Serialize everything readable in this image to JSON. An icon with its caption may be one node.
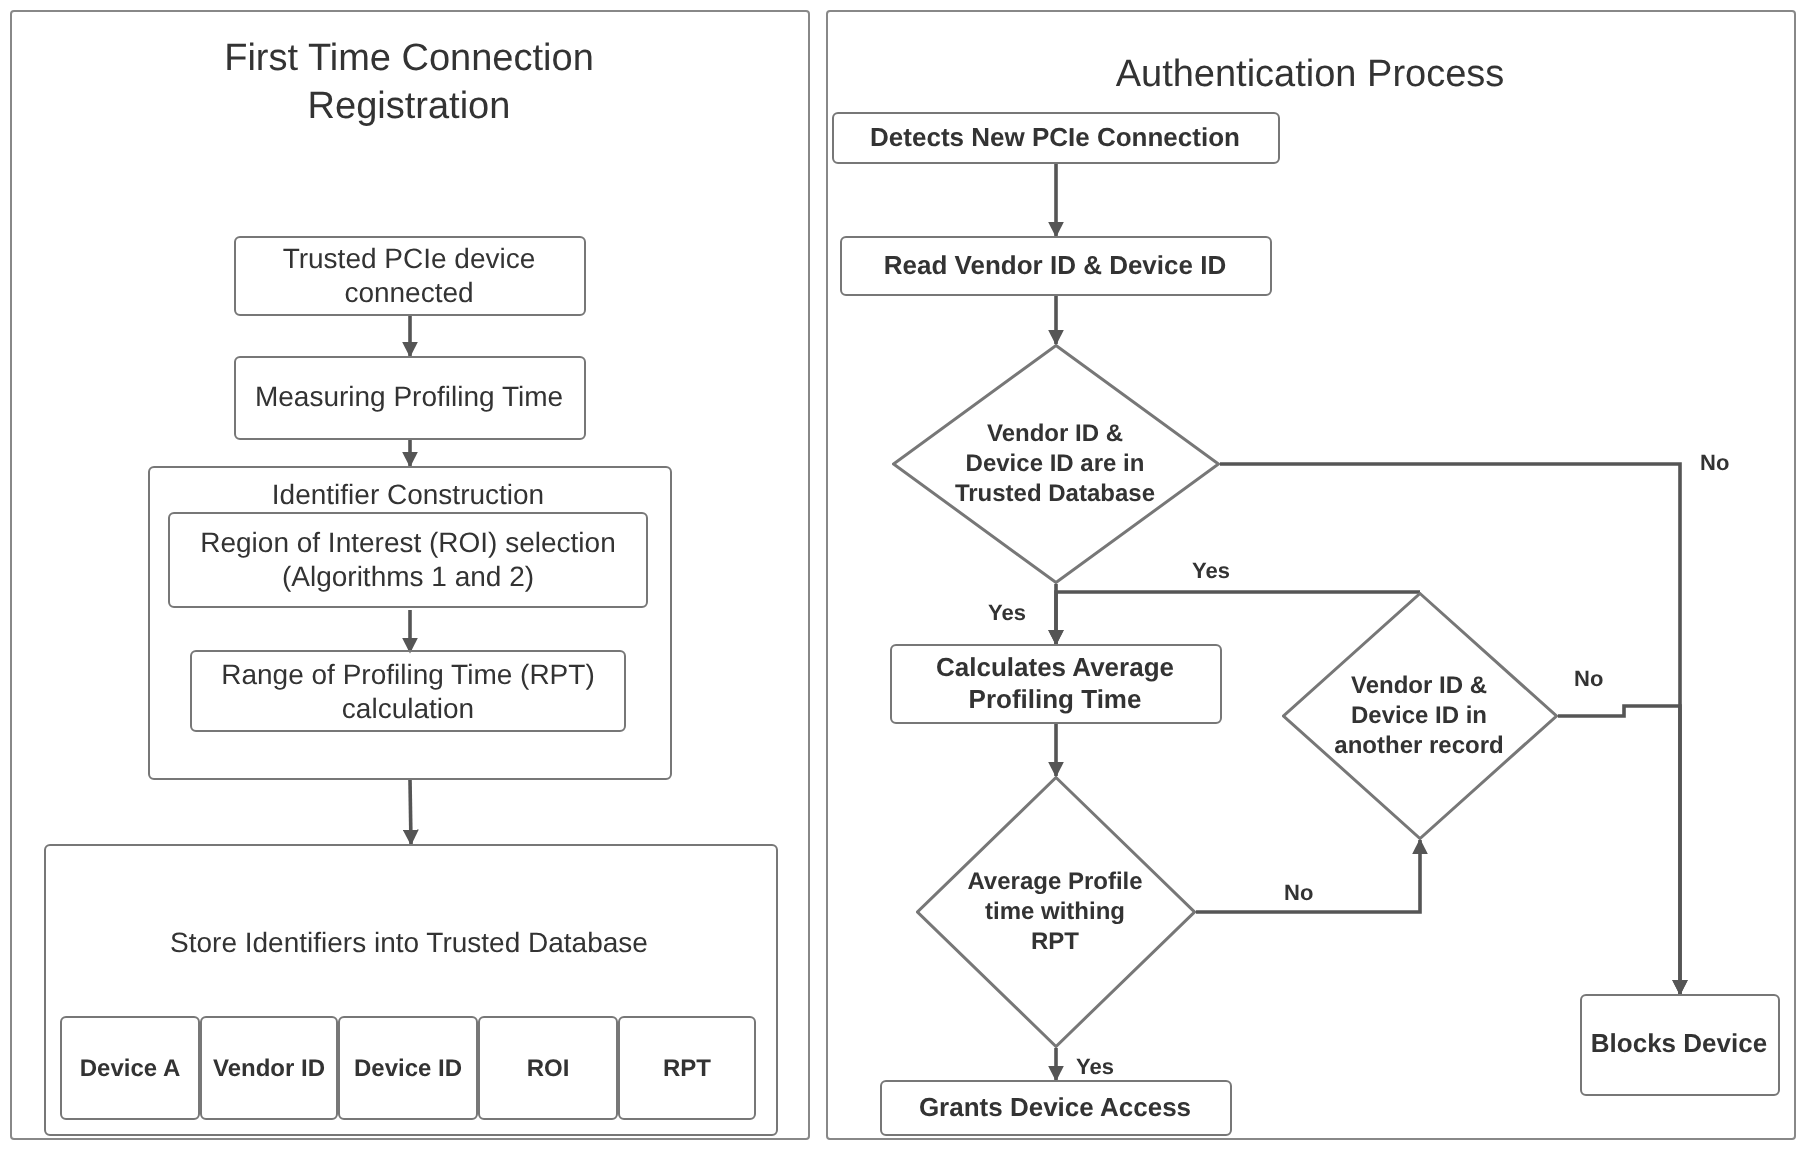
{
  "diagram": {
    "nodes": [
      {
        "text": [
          "First Time Connection Registration"
        ]
      },
      {
        "text": [
          "Trusted PCIe device connected"
        ],
        "in": 0
      },
      {
        "text": [
          "Measuring Profiling Time"
        ],
        "in": 0
      },
      {
        "text": [
          "Identifier Construction"
        ],
        "in": 0
      },
      {
        "text": [
          "Region of Interest (ROI) selection (Algorithms 1 and 2)"
        ],
        "in": 3
      },
      {
        "text": [
          "Range of Profiling Time (RPT) calculation"
        ],
        "in": 3
      },
      {
        "text": [
          "Store Identifiers into Trusted Database"
        ],
        "in": 0
      },
      {
        "text": [
          "Device A"
        ],
        "in": 6
      },
      {
        "text": [
          "Vendor ID"
        ],
        "in": 6
      },
      {
        "text": [
          "Device ID"
        ],
        "in": 6
      },
      {
        "text": [
          "ROI"
        ],
        "in": 6
      },
      {
        "text": [
          "RPT"
        ],
        "in": 6
      },
      {
        "text": [
          "Authentication Process"
        ]
      },
      {
        "text": [
          "Detects New PCIe Connection"
        ],
        "in": 12
      },
      {
        "text": [
          "Read Vendor ID & Device ID"
        ],
        "in": 12
      },
      {
        "text": [
          "Vendor ID & Device ID are in Trusted Database"
        ],
        "in": 12
      },
      {
        "text": [
          "Calculates Average Profiling Time"
        ],
        "in": 12
      },
      {
        "text": [
          "Vendor ID & Device ID in another record"
        ],
        "in": 12
      },
      {
        "text": [
          "Average Profile time withing RPT"
        ],
        "in": 12
      },
      {
        "text": [
          "Blocks Device"
        ],
        "in": 12
      },
      {
        "text": [
          "Grants Device Access"
        ],
        "in": 12
      }
    ],
    "edges": [
      {
        "from": 1,
        "to": 2,
        "arrow": "to"
      },
      {
        "from": 2,
        "to": 3,
        "arrow": "to"
      },
      {
        "from": 4,
        "to": 5,
        "arrow": "to"
      },
      {
        "from": 3,
        "to": 6,
        "arrow": "to"
      },
      {
        "from": 13,
        "to": 14,
        "arrow": "to"
      },
      {
        "from": 14,
        "to": 15,
        "arrow": "to"
      },
      {
        "from": 15,
        "to": 16,
        "label": "Yes",
        "arrow": "to"
      },
      {
        "from": 15,
        "to": 19,
        "label": "No",
        "arrow": "to"
      },
      {
        "from": 16,
        "to": 18,
        "arrow": "to"
      },
      {
        "from": 18,
        "to": 17,
        "label": "No",
        "arrow": "to"
      },
      {
        "from": 17,
        "to": 16,
        "label": "Yes",
        "arrow": "to"
      },
      {
        "from": 17,
        "to": 19,
        "label": "No",
        "arrow": "to"
      },
      {
        "from": 18,
        "to": 20,
        "label": "Yes",
        "arrow": "to"
      }
    ]
  }
}
